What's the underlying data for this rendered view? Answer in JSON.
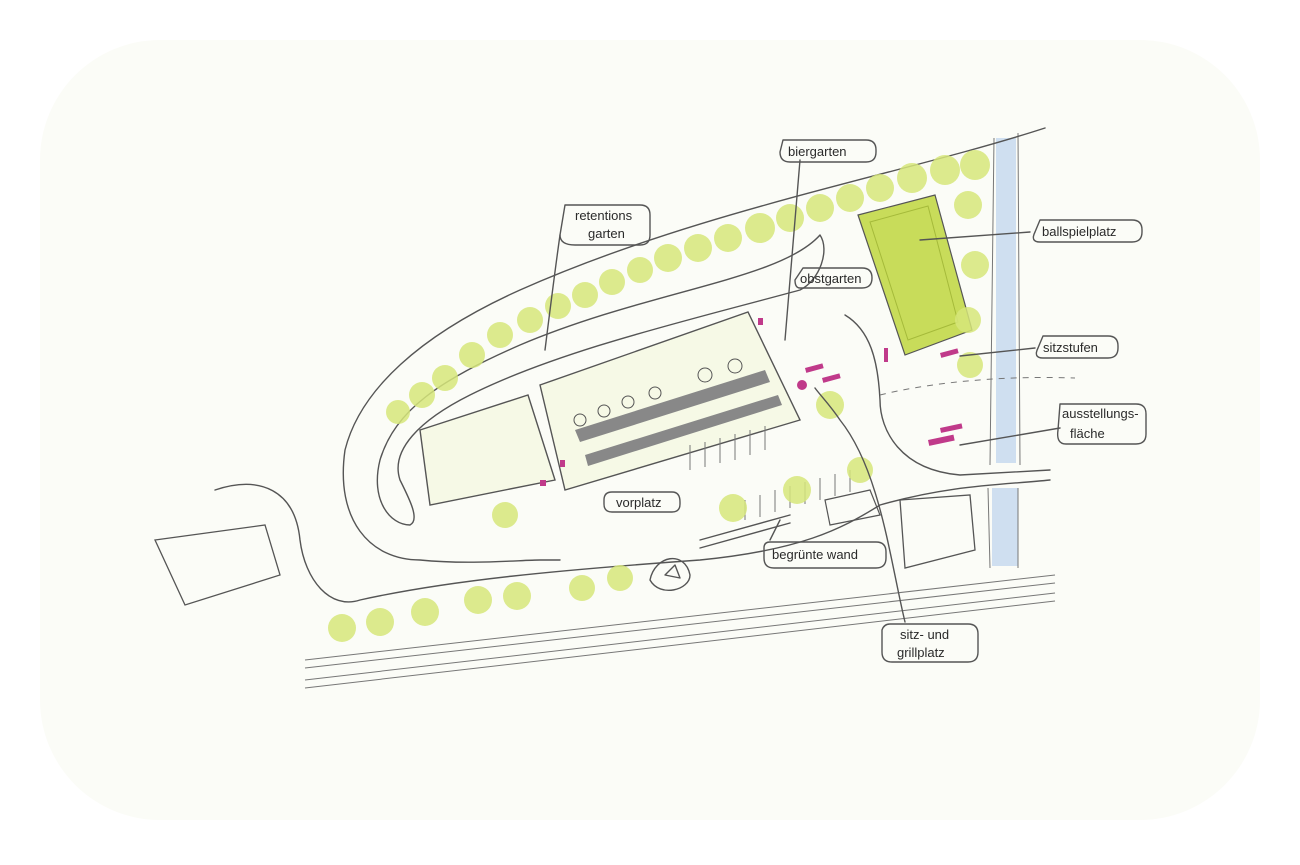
{
  "labels": {
    "retentions_line1": "retentions",
    "retentions_line2": "garten",
    "biergarten": "biergarten",
    "obstgarten": "obstgarten",
    "ballspielplatz": "ballspielplatz",
    "sitzstufen": "sitzstufen",
    "ausstellung_line1": "ausstellungs-",
    "ausstellung_line2": "fläche",
    "vorplatz": "vorplatz",
    "begruente_wand": "begrünte wand",
    "sitz_line1": "sitz- und",
    "sitz_line2": "grillplatz"
  },
  "colors": {
    "greenery": "#d6e67a",
    "field": "#c8dc5a",
    "accent": "#c03a8a",
    "water": "#cfdff0",
    "pencil": "#555555"
  }
}
